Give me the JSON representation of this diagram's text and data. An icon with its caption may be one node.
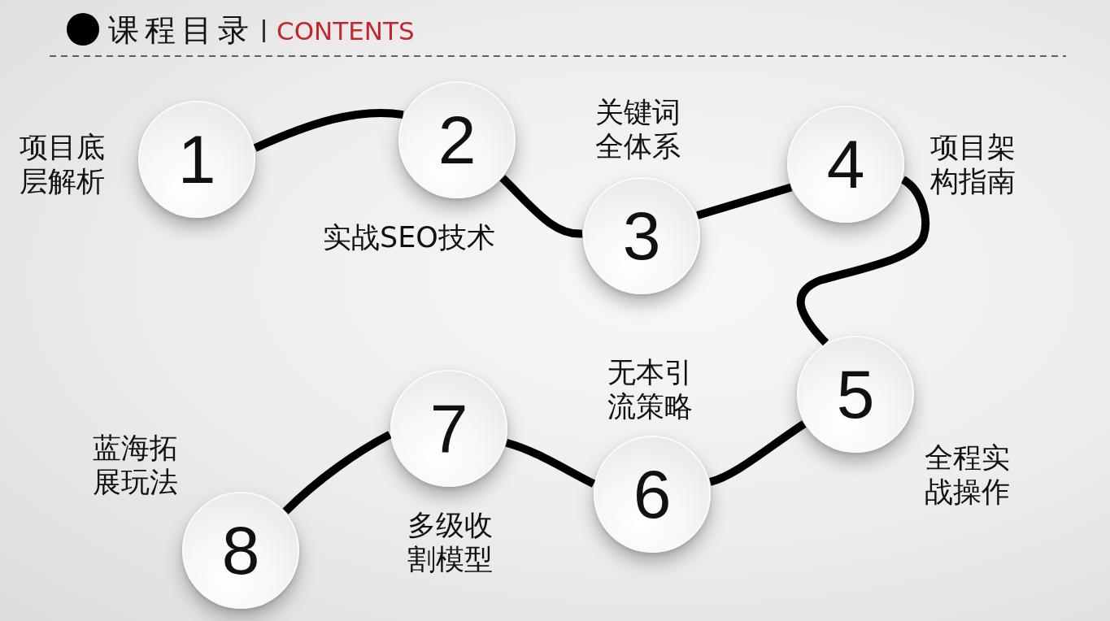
{
  "diagram": {
    "title": "课程目录",
    "nodes": [
      {
        "text": [
          "1"
        ],
        "beside": [
          "项目底层解析"
        ]
      },
      {
        "text": [
          "2"
        ],
        "beside": [
          "实战SEO技术"
        ]
      },
      {
        "text": [
          "3"
        ],
        "beside": [
          "关键词全体系"
        ]
      },
      {
        "text": [
          "4"
        ],
        "beside": [
          "项目架构指南"
        ]
      },
      {
        "text": [
          "5"
        ],
        "beside": [
          "全程实战操作"
        ]
      },
      {
        "text": [
          "6"
        ],
        "beside": [
          "无本引流策略"
        ]
      },
      {
        "text": [
          "7"
        ],
        "beside": [
          "多级收割模型"
        ]
      },
      {
        "text": [
          "8"
        ],
        "beside": [
          "蓝海拓展玩法"
        ]
      }
    ],
    "edges": [
      {
        "from": 0,
        "to": 1,
        "arrow": "none"
      },
      {
        "from": 1,
        "to": 2,
        "arrow": "none"
      },
      {
        "from": 2,
        "to": 3,
        "arrow": "none"
      },
      {
        "from": 3,
        "to": 4,
        "arrow": "none"
      },
      {
        "from": 4,
        "to": 5,
        "arrow": "none"
      },
      {
        "from": 5,
        "to": 6,
        "arrow": "none"
      },
      {
        "from": 6,
        "to": 7,
        "arrow": "none"
      }
    ],
    "labels": [
      "CONTENTS"
    ]
  }
}
